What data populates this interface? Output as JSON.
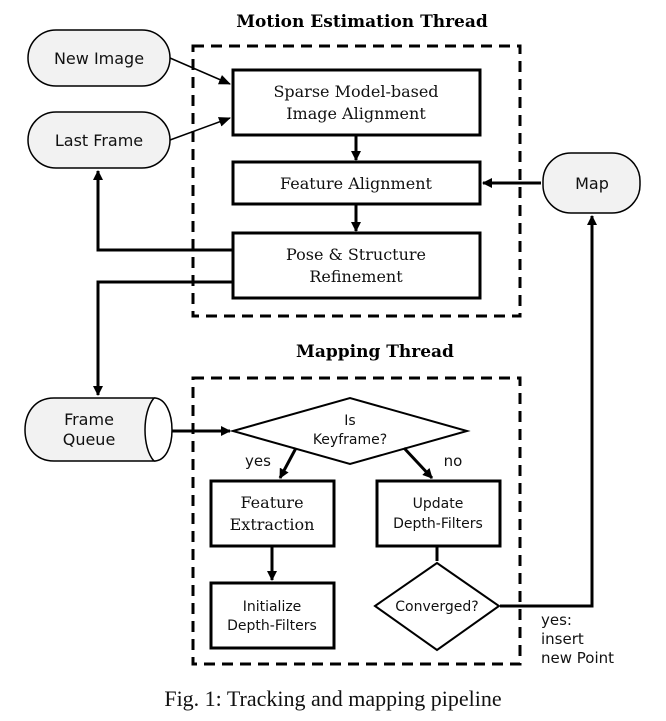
{
  "sections": {
    "motion_title": "Motion Estimation Thread",
    "mapping_title": "Mapping Thread"
  },
  "inputs": {
    "new_image": "New Image",
    "last_frame": "Last Frame",
    "map": "Map",
    "frame_queue": [
      "Frame",
      "Queue"
    ]
  },
  "motion": {
    "sparse_alignment": [
      "Sparse Model-based",
      "Image Alignment"
    ],
    "feature_alignment": "Feature Alignment",
    "pose_refinement": [
      "Pose & Structure",
      "Refinement"
    ]
  },
  "mapping": {
    "is_keyframe": [
      "Is",
      "Keyframe?"
    ],
    "yes_label": "yes",
    "no_label": "no",
    "feature_extraction": [
      "Feature",
      "Extraction"
    ],
    "update_filters": [
      "Update",
      "Depth-Filters"
    ],
    "initialize_filters": [
      "Initialize",
      "Depth-Filters"
    ],
    "converged": "Converged?",
    "insert_label": [
      "yes:",
      "insert",
      "new Point"
    ]
  },
  "caption": "Fig. 1: Tracking and mapping pipeline"
}
